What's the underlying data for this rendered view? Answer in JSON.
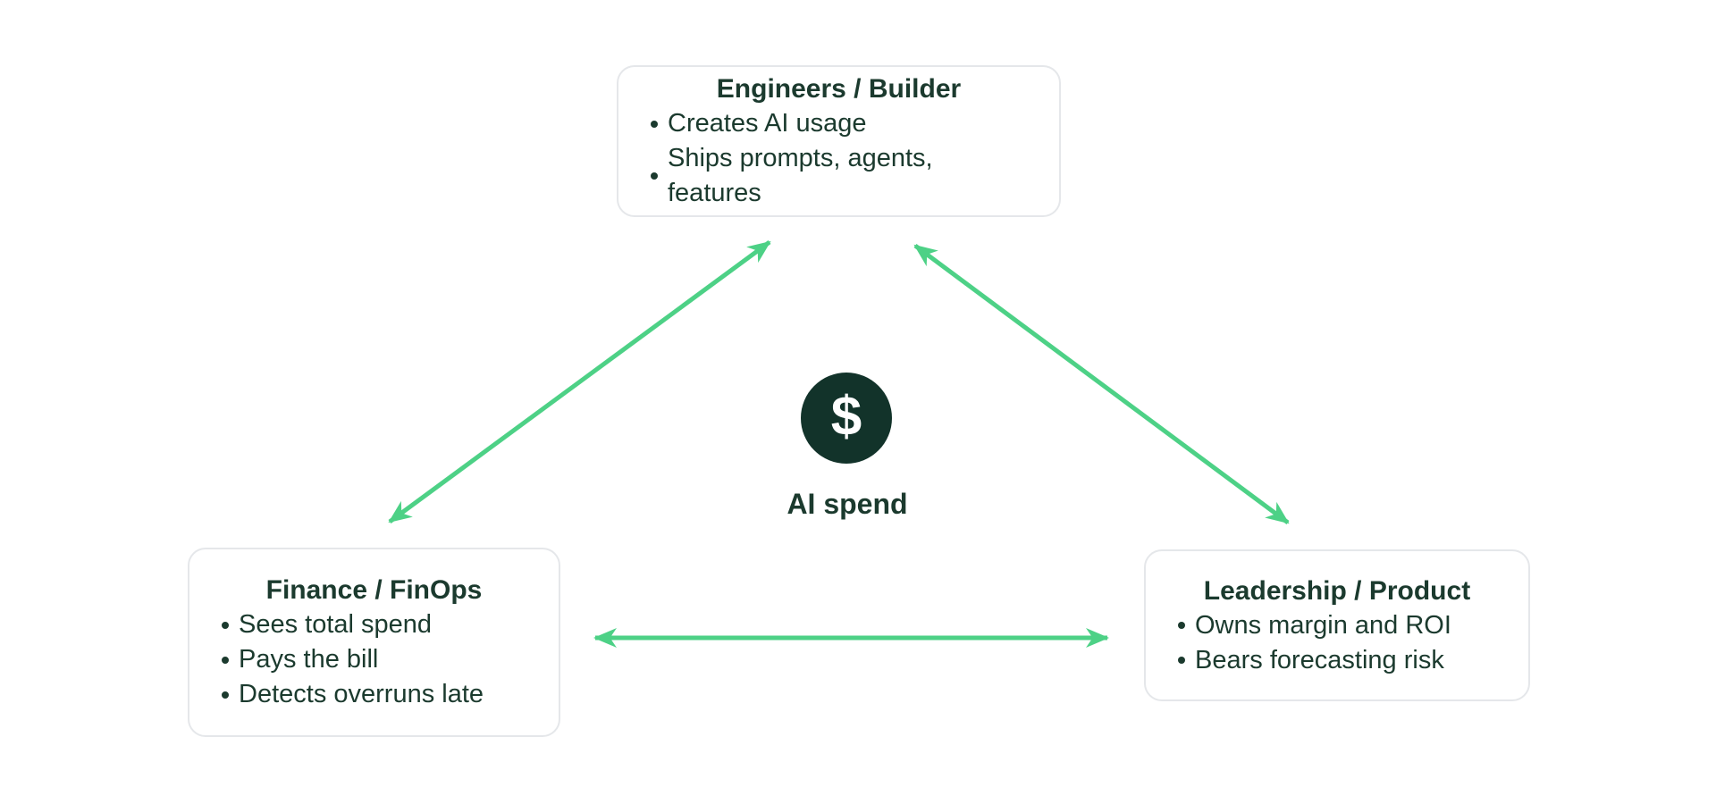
{
  "colors": {
    "arrow_green": "#4dd186",
    "dark_green": "#1b3a2e",
    "icon_circle": "#12332a",
    "icon_glyph_color": "#ffffff",
    "box_border": "#e5e7ea",
    "box_background": "#ffffff",
    "canvas_background": "#ffffff"
  },
  "center": {
    "icon": "dollar-sign-icon",
    "icon_glyph": "$",
    "label": "AI spend"
  },
  "nodes": {
    "engineers": {
      "title": "Engineers / Builder",
      "bullets": [
        "Creates AI usage",
        "Ships prompts, agents, features"
      ]
    },
    "finance": {
      "title": "Finance / FinOps",
      "bullets": [
        "Sees total spend",
        "Pays the bill",
        "Detects overruns late"
      ]
    },
    "leadership": {
      "title": "Leadership / Product",
      "bullets": [
        "Owns margin and ROI",
        "Bears forecasting risk"
      ]
    }
  },
  "edges": [
    {
      "from": "engineers",
      "to": "finance",
      "style": "double-arrow"
    },
    {
      "from": "engineers",
      "to": "leadership",
      "style": "double-arrow"
    },
    {
      "from": "finance",
      "to": "leadership",
      "style": "double-arrow"
    }
  ]
}
